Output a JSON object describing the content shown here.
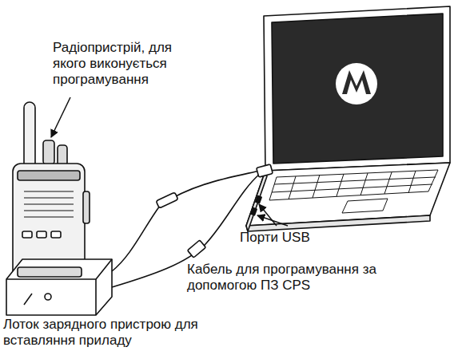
{
  "diagram": {
    "labels": [
      "Радіопристрій, для якого виконується програмування",
      "Порти USB",
      "Кабель для програмування за допомогою ПЗ CPS",
      "Лоток зарядного пристрою для вставляння приладу"
    ]
  }
}
